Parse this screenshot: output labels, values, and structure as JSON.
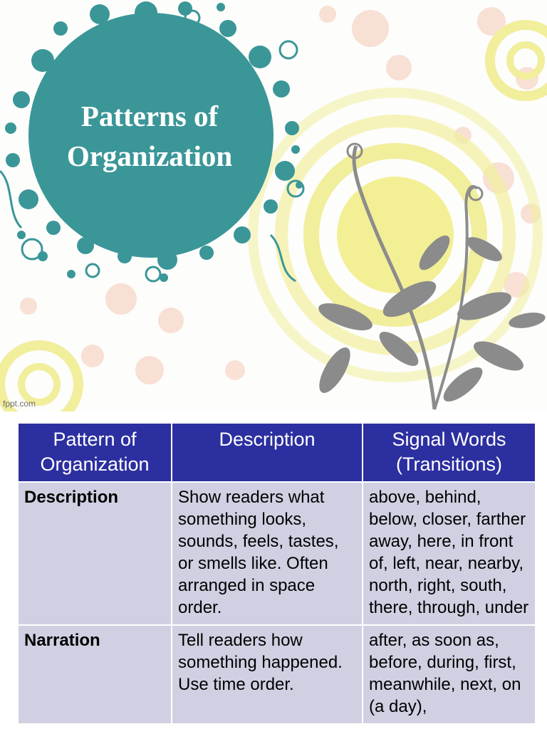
{
  "slide": {
    "title_line1": "Patterns of",
    "title_line2": "Organization",
    "watermark": "fppt.com",
    "colors": {
      "title_circle": "#3b9698",
      "swirl": "#f0ec9a",
      "leaves": "#8a8a8a",
      "flowers": "#f7d5c5"
    }
  },
  "table": {
    "headers": [
      "Pattern of Organization",
      "Description",
      "Signal Words (Transitions)"
    ],
    "rows": [
      {
        "pattern": "Description",
        "description": "Show readers what something looks, sounds, feels, tastes, or smells like. Often arranged in space order.",
        "signal_words": "above, behind, below, closer, farther away, here, in front of, left, near, nearby, north, right, south, there, through, under"
      },
      {
        "pattern": "Narration",
        "description": "Tell readers how something happened. Use time order.",
        "signal_words": "after, as soon as, before, during, first, meanwhile, next, on (a day),"
      }
    ],
    "colors": {
      "header_bg": "#2c2fa0",
      "cell_bg": "#d0d0e2"
    }
  }
}
